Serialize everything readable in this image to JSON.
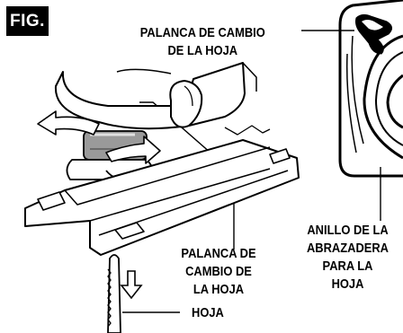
{
  "figure": {
    "badge": "FIG."
  },
  "callouts": {
    "blade_change_lever_top": [
      "PALANCA DE CAMBIO",
      "DE LA HOJA"
    ],
    "blade_change_lever_middle": [
      "PALANCA DE",
      "CAMBIO DE",
      "LA HOJA"
    ],
    "blade_clamp_ring": [
      "ANILLO DE LA",
      "ABRAZADERA",
      "PARA LA",
      "HOJA"
    ],
    "blade": [
      "HOJA"
    ]
  }
}
